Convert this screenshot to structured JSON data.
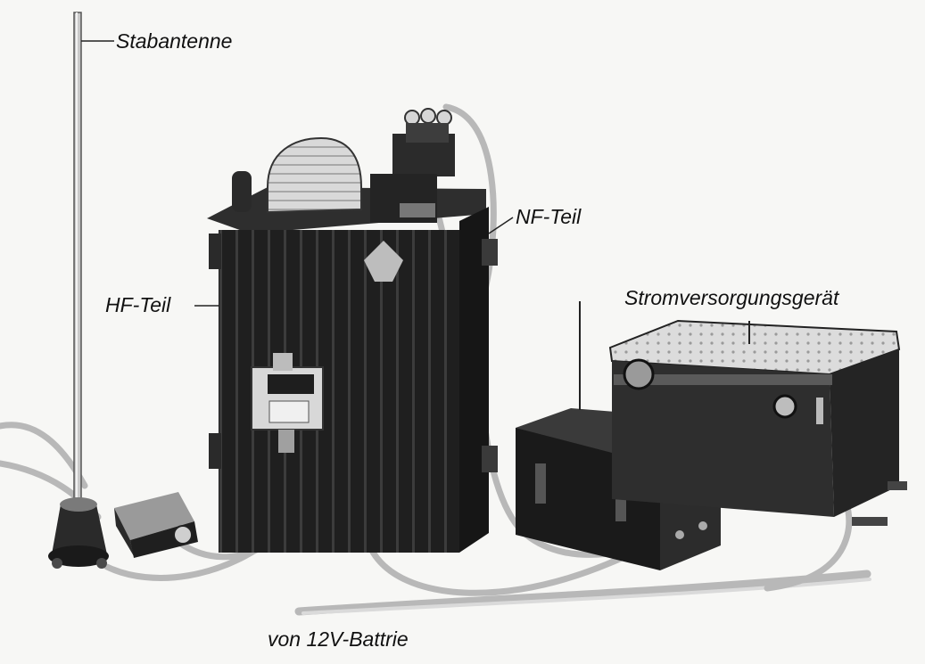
{
  "labels": {
    "antenna": "Stabantenne",
    "hf": "HF-Teil",
    "nf": "NF-Teil",
    "power": "Stromversorgungsgerät",
    "battery": "von 12V-Battrie"
  },
  "colors": {
    "paper": "#f7f7f5",
    "equipment_dark": "#1c1c1c",
    "equipment_mid": "#3a3a3a",
    "metal_light": "#cfcfcf",
    "cable": "#bdbdbd"
  }
}
